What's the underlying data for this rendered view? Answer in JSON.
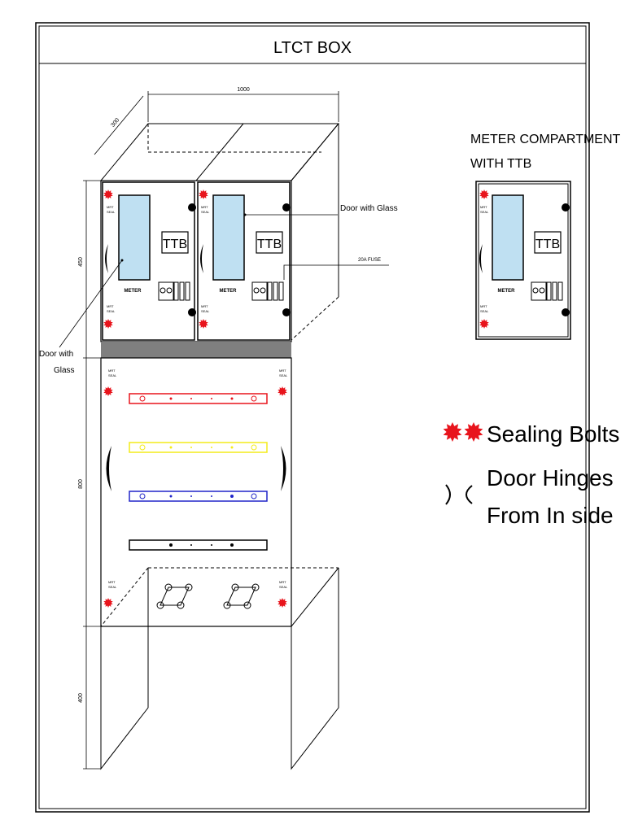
{
  "title": "LTCT BOX",
  "dimensions": {
    "width": "1000",
    "depth": "300",
    "meter_height": "450",
    "lower_height": "800",
    "stand_height": "400"
  },
  "labels": {
    "door_with_glass_right": "Door with Glass",
    "fuse": "20A FUSE",
    "door_with_glass_left_line1": "Door with",
    "door_with_glass_left_line2": "Glass",
    "meter": "METER",
    "ttb": "TTB",
    "mrt_line1": "MRT",
    "mrt_line2": "SEAL"
  },
  "detail": {
    "title_line1": "METER COMPARTMENT",
    "title_line2": "WITH TTB",
    "meter": "METER",
    "ttb": "TTB"
  },
  "legend": {
    "sealing_bolts": "Sealing Bolts",
    "door_hinges_line1": "Door Hinges",
    "door_hinges_line2": "From In side"
  },
  "colors": {
    "seal_red": "#e8141c",
    "glass_blue": "#bfe0f2",
    "divider_gray": "#7f7f7f",
    "busbar_red": "#e8141c",
    "busbar_yellow": "#f4ec1a",
    "busbar_blue": "#2025c8",
    "busbar_black": "#000000"
  }
}
